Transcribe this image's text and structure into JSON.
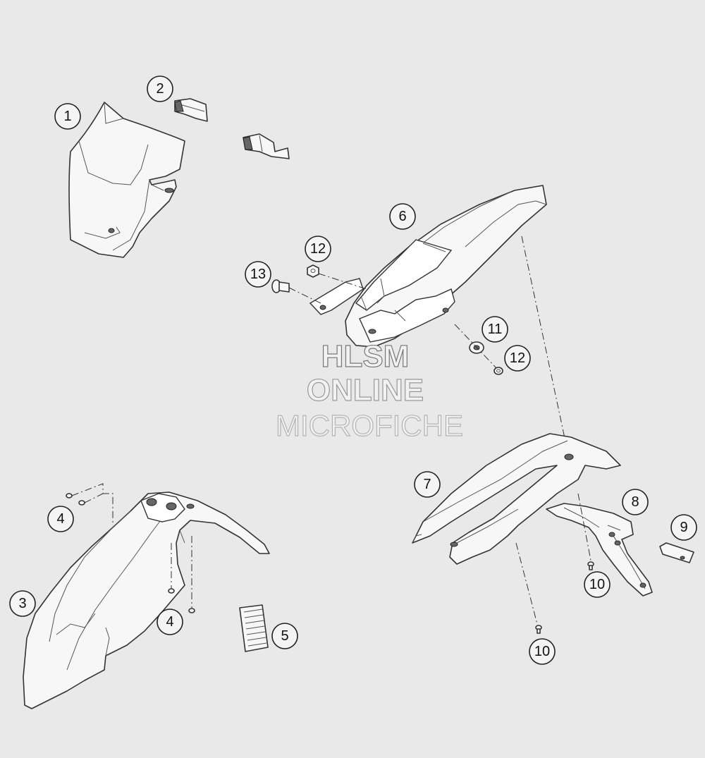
{
  "callouts": {
    "headlight_mask": "1",
    "cable_clip": "2",
    "front_fender": "3",
    "screw_front_upper": "4",
    "screw_front_lower": "4",
    "decal": "5",
    "rear_fender": "6",
    "side_panel": "7",
    "license_holder": "8",
    "reflector": "9",
    "screw_side_panel": "10",
    "screw_license": "10",
    "grommet": "11",
    "nut_upper": "12",
    "nut_lower": "12",
    "collar_bolt": "13"
  },
  "watermark": {
    "line1": "HLSM",
    "line2": "ONLINE",
    "line3": "MICROFICHE"
  }
}
